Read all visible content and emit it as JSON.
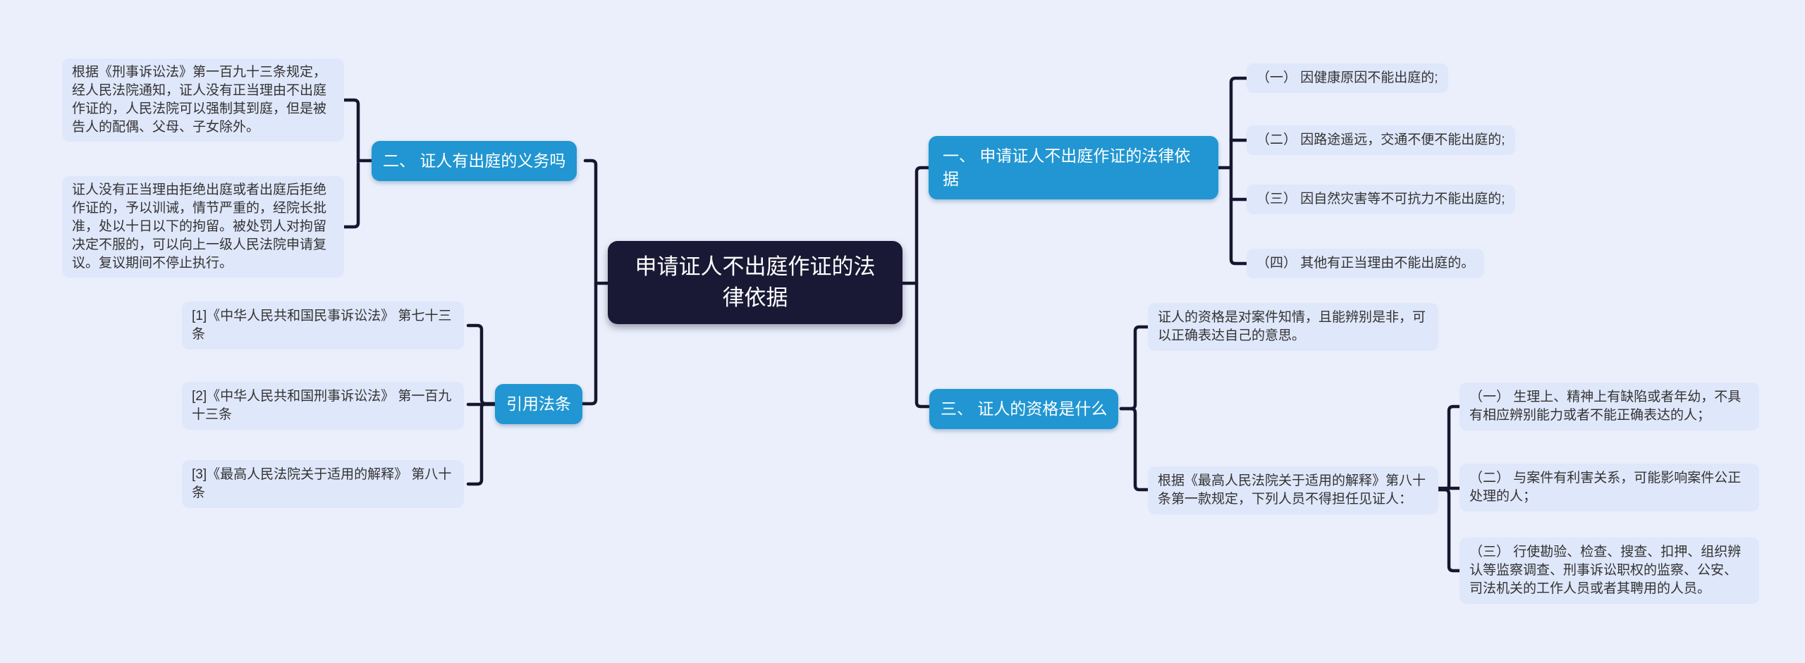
{
  "colors": {
    "background": "#eaeffb",
    "connector": "#16162f",
    "node_bg": "#dfe7fa",
    "node_text": "#333333",
    "branch_bg": "#2196d2",
    "branch_text": "#ffffff",
    "root_bg": "#191935",
    "root_text": "#ffffff"
  },
  "root": {
    "label": "申请证人不出庭作证的法律依据"
  },
  "obligation": {
    "label": "二、 证人有出庭的义务吗",
    "notes": [
      "根据《刑事诉讼法》第一百九十三条规定，经人民法院通知，证人没有正当理由不出庭作证的，人民法院可以强制其到庭，但是被告人的配偶、父母、子女除外。",
      "证人没有正当理由拒绝出庭或者出庭后拒绝作证的，予以训诫，情节严重的，经院长批准，处以十日以下的拘留。被处罚人对拘留决定不服的，可以向上一级人民法院申请复议。复议期间不停止执行。"
    ]
  },
  "citations": {
    "label": "引用法条",
    "items": [
      "[1]《中华人民共和国民事诉讼法》 第七十三条",
      "[2]《中华人民共和国刑事诉讼法》 第一百九十三条",
      "[3]《最高人民法院关于适用的解释》 第八十条"
    ]
  },
  "legal_basis": {
    "label": "一、 申请证人不出庭作证的法律依据",
    "items": [
      "（一） 因健康原因不能出庭的;",
      "（二） 因路途遥远，交通不便不能出庭的;",
      "（三） 因自然灾害等不可抗力不能出庭的;",
      "（四） 其他有正当理由不能出庭的。"
    ]
  },
  "qualification": {
    "label": "三、 证人的资格是什么",
    "notes": [
      "证人的资格是对案件知情，且能辨别是非，可以正确表达自己的意思。",
      "根据《最高人民法院关于适用的解释》第八十条第一款规定，下列人员不得担任见证人："
    ],
    "excluded": [
      "（一） 生理上、精神上有缺陷或者年幼，不具有相应辨别能力或者不能正确表达的人；",
      "（二） 与案件有利害关系，可能影响案件公正处理的人；",
      "（三） 行使勘验、检查、搜查、扣押、组织辨认等监察调查、刑事诉讼职权的监察、公安、司法机关的工作人员或者其聘用的人员。"
    ]
  }
}
